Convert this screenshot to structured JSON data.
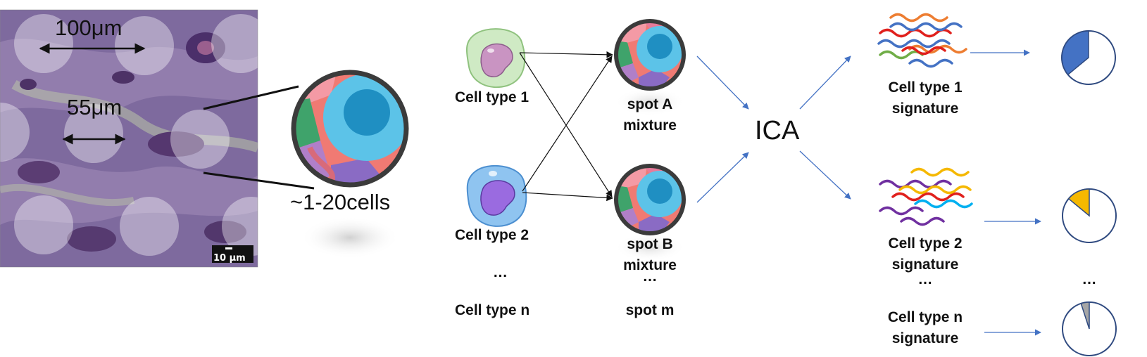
{
  "tissue": {
    "measure_100": "100μm",
    "measure_55": "55μm",
    "scalebar": "10 μm"
  },
  "zoom": {
    "caption": "~1-20cells"
  },
  "cells": {
    "type1": "Cell type 1",
    "type2": "Cell type 2",
    "ellipsis": "…",
    "typen": "Cell type n"
  },
  "spots": {
    "a_line1": "spot A",
    "a_line2": "mixture",
    "b_line1": "spot B",
    "b_line2": "mixture",
    "ellipsis": "…",
    "m": "spot m"
  },
  "method": {
    "label": "ICA"
  },
  "signatures": {
    "s1_line1": "Cell type 1",
    "s1_line2": "signature",
    "s2_line1": "Cell type 2",
    "s2_line2": "signature",
    "ellipsis": "…",
    "sn_line1": "Cell type n",
    "sn_line2": "signature"
  },
  "proportions": {
    "ellipsis": "…",
    "pies": [
      {
        "name": "Cell type 1",
        "fraction": 0.36,
        "color": "#4472c4"
      },
      {
        "name": "Cell type 2",
        "fraction": 0.14,
        "color": "#f5b800"
      },
      {
        "name": "Cell type n",
        "fraction": 0.05,
        "color": "#a6a6a6"
      }
    ]
  },
  "colors": {
    "arrow_blue": "#4472c4",
    "tissue_purple": "#7e6a9e",
    "spot_overlay": "#ffffff"
  }
}
